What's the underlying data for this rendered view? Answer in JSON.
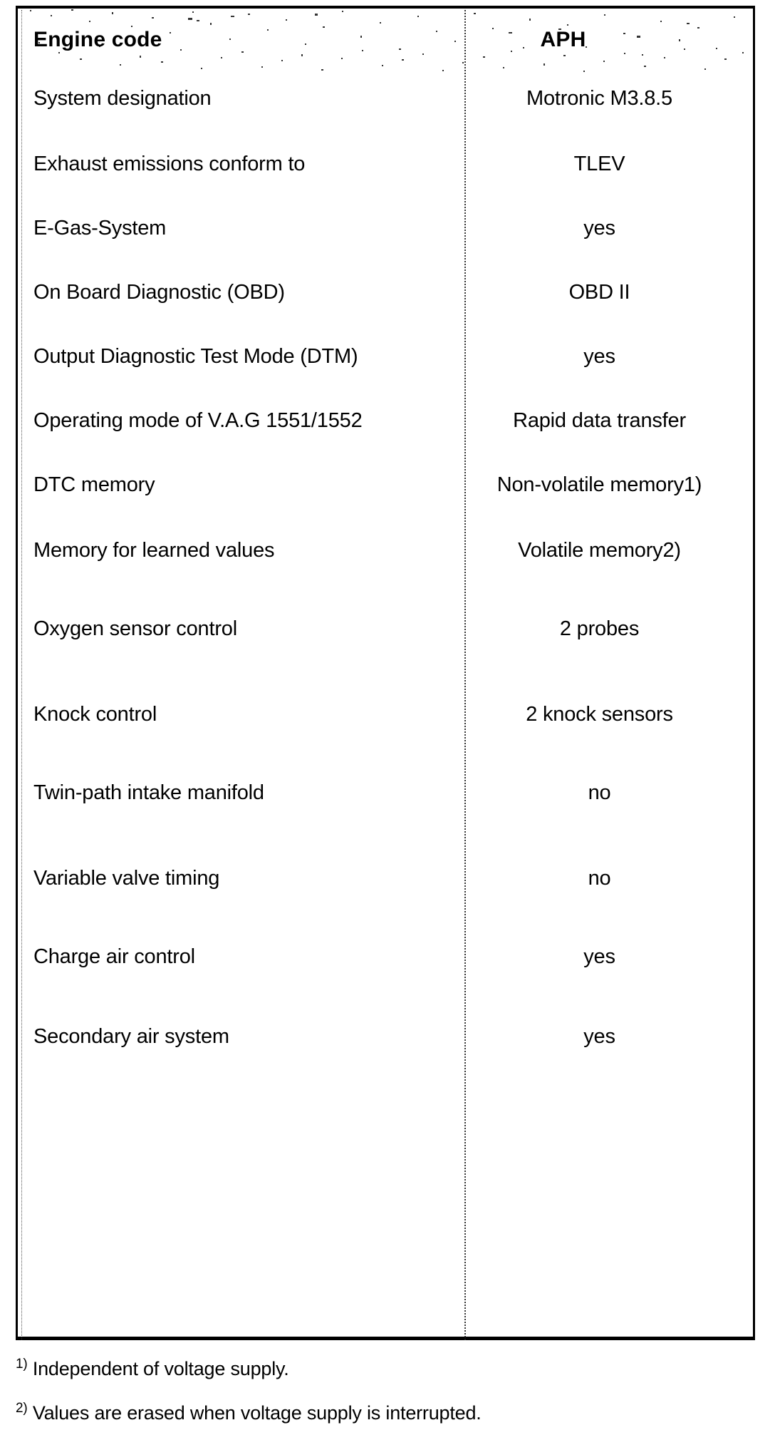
{
  "table": {
    "header": {
      "label": "Engine code",
      "value": "APH"
    },
    "rows": [
      {
        "label": "System designation",
        "value": "Motronic M3.8.5"
      },
      {
        "label": "Exhaust emissions conform to",
        "value": "TLEV"
      },
      {
        "label": "E-Gas-System",
        "value": "yes"
      },
      {
        "label": "On Board Diagnostic (OBD)",
        "value": "OBD II"
      },
      {
        "label": "Output Diagnostic Test Mode (DTM)",
        "value": "yes"
      },
      {
        "label": "Operating mode of V.A.G 1551/1552",
        "value": "Rapid data transfer"
      },
      {
        "label": "DTC memory",
        "value": "Non-volatile memory1)"
      },
      {
        "label": "Memory for learned values",
        "value": "Volatile memory2)"
      },
      {
        "label": "Oxygen sensor control",
        "value": "2 probes"
      },
      {
        "label": "Knock control",
        "value": "2 knock sensors"
      },
      {
        "label": "Twin-path intake manifold",
        "value": "no"
      },
      {
        "label": "Variable valve timing",
        "value": "no"
      },
      {
        "label": "Charge air control",
        "value": "yes"
      },
      {
        "label": "Secondary air system",
        "value": "yes"
      }
    ]
  },
  "footnotes": [
    {
      "marker": "1)",
      "text": "Independent of voltage supply."
    },
    {
      "marker": "2)",
      "text": "Values are erased when voltage supply is interrupted."
    }
  ],
  "colors": {
    "ink": "#000000",
    "paper": "#ffffff"
  }
}
